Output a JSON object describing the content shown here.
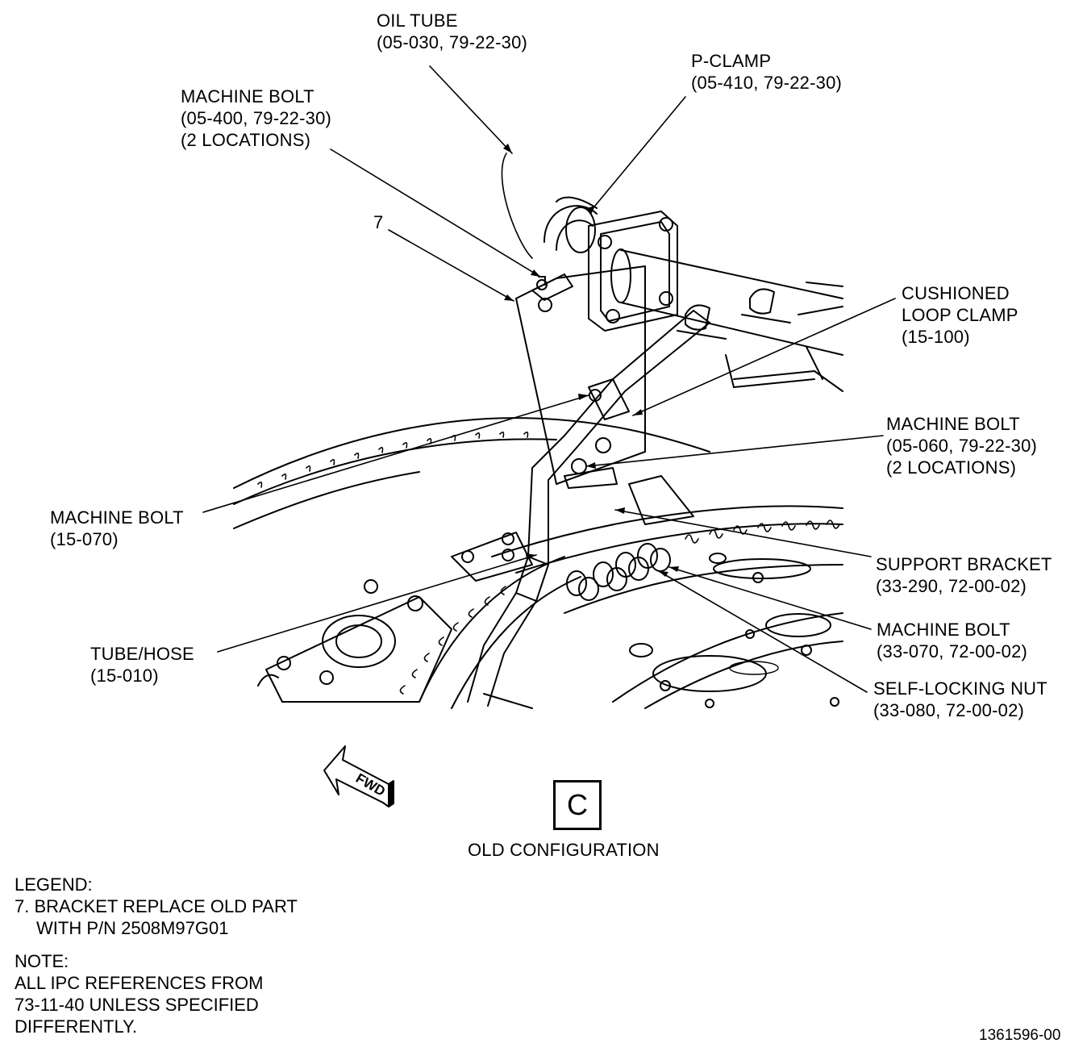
{
  "callouts": {
    "oil_tube": {
      "name": "OIL TUBE",
      "ref": "(05-030, 79-22-30)"
    },
    "p_clamp": {
      "name": "P-CLAMP",
      "ref": "(05-410, 79-22-30)"
    },
    "machine_bolt_top": {
      "name": "MACHINE BOLT",
      "ref": "(05-400, 79-22-30)",
      "qty": "(2 LOCATIONS)"
    },
    "item_7": {
      "name": "7"
    },
    "cushioned_loop_clamp": {
      "name1": "CUSHIONED",
      "name2": "LOOP CLAMP",
      "ref": "(15-100)"
    },
    "machine_bolt_right": {
      "name": "MACHINE BOLT",
      "ref": "(05-060, 79-22-30)",
      "qty": "(2 LOCATIONS)"
    },
    "machine_bolt_left": {
      "name": "MACHINE BOLT",
      "ref": "(15-070)"
    },
    "support_bracket": {
      "name": "SUPPORT BRACKET",
      "ref": "(33-290, 72-00-02)"
    },
    "machine_bolt_lower": {
      "name": "MACHINE BOLT",
      "ref": "(33-070, 72-00-02)"
    },
    "tube_hose": {
      "name": "TUBE/HOSE",
      "ref": "(15-010)"
    },
    "self_locking_nut": {
      "name": "SELF-LOCKING NUT",
      "ref": "(33-080, 72-00-02)"
    }
  },
  "fwd_arrow": {
    "label": "FWD"
  },
  "view": {
    "letter": "C",
    "caption": "OLD CONFIGURATION"
  },
  "legend": {
    "heading": "LEGEND:",
    "line1": "7. BRACKET REPLACE OLD PART",
    "line2": "WITH P/N 2508M97G01"
  },
  "note": {
    "heading": "NOTE:",
    "line1": "ALL IPC REFERENCES FROM",
    "line2": "73-11-40 UNLESS SPECIFIED",
    "line3": "DIFFERENTLY."
  },
  "figure_number": "1361596-00"
}
